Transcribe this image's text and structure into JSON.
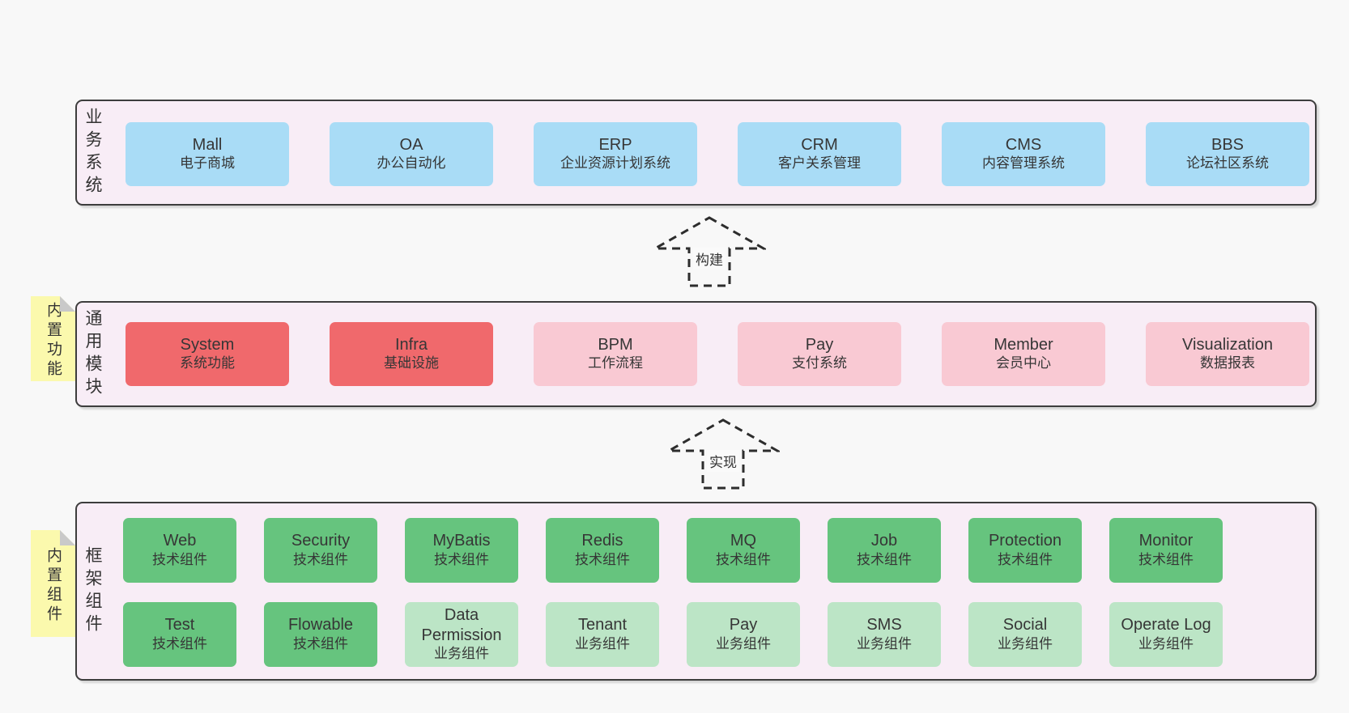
{
  "colors": {
    "canvas_bg": "#f8f8f8",
    "band_bg": "#f8edf6",
    "band_border": "#3d3d3d",
    "blue_box": "#a9dcf6",
    "red_box": "#f0696c",
    "pink_box": "#f9c9d3",
    "green_box": "#66c47e",
    "light_green_box": "#bce5c6",
    "sticky_bg": "#fbf9ad",
    "text": "#363636"
  },
  "bands": [
    {
      "label": "业务系统",
      "boxes": [
        {
          "name": "Mall",
          "desc": "电子商城"
        },
        {
          "name": "OA",
          "desc": "办公自动化"
        },
        {
          "name": "ERP",
          "desc": "企业资源计划系统"
        },
        {
          "name": "CRM",
          "desc": "客户关系管理"
        },
        {
          "name": "CMS",
          "desc": "内容管理系统"
        },
        {
          "name": "BBS",
          "desc": "论坛社区系统"
        }
      ]
    },
    {
      "label": "通用模块",
      "sticky": "内置功能",
      "boxes": [
        {
          "name": "System",
          "desc": "系统功能"
        },
        {
          "name": "Infra",
          "desc": "基础设施"
        },
        {
          "name": "BPM",
          "desc": "工作流程"
        },
        {
          "name": "Pay",
          "desc": "支付系统"
        },
        {
          "name": "Member",
          "desc": "会员中心"
        },
        {
          "name": "Visualization",
          "desc": "数据报表"
        }
      ]
    },
    {
      "label": "框架组件",
      "sticky": "内置组件",
      "rows": [
        [
          {
            "name": "Web",
            "desc": "技术组件"
          },
          {
            "name": "Security",
            "desc": "技术组件"
          },
          {
            "name": "MyBatis",
            "desc": "技术组件"
          },
          {
            "name": "Redis",
            "desc": "技术组件"
          },
          {
            "name": "MQ",
            "desc": "技术组件"
          },
          {
            "name": "Job",
            "desc": "技术组件"
          },
          {
            "name": "Protection",
            "desc": "技术组件"
          },
          {
            "name": "Monitor",
            "desc": "技术组件"
          }
        ],
        [
          {
            "name": "Test",
            "desc": "技术组件"
          },
          {
            "name": "Flowable",
            "desc": "技术组件"
          },
          {
            "name": "Data Permission",
            "desc": "业务组件"
          },
          {
            "name": "Tenant",
            "desc": "业务组件"
          },
          {
            "name": "Pay",
            "desc": "业务组件"
          },
          {
            "name": "SMS",
            "desc": "业务组件"
          },
          {
            "name": "Social",
            "desc": "业务组件"
          },
          {
            "name": "Operate Log",
            "desc": "业务组件"
          }
        ]
      ]
    }
  ],
  "arrows": [
    {
      "label": "构建"
    },
    {
      "label": "实现"
    }
  ]
}
